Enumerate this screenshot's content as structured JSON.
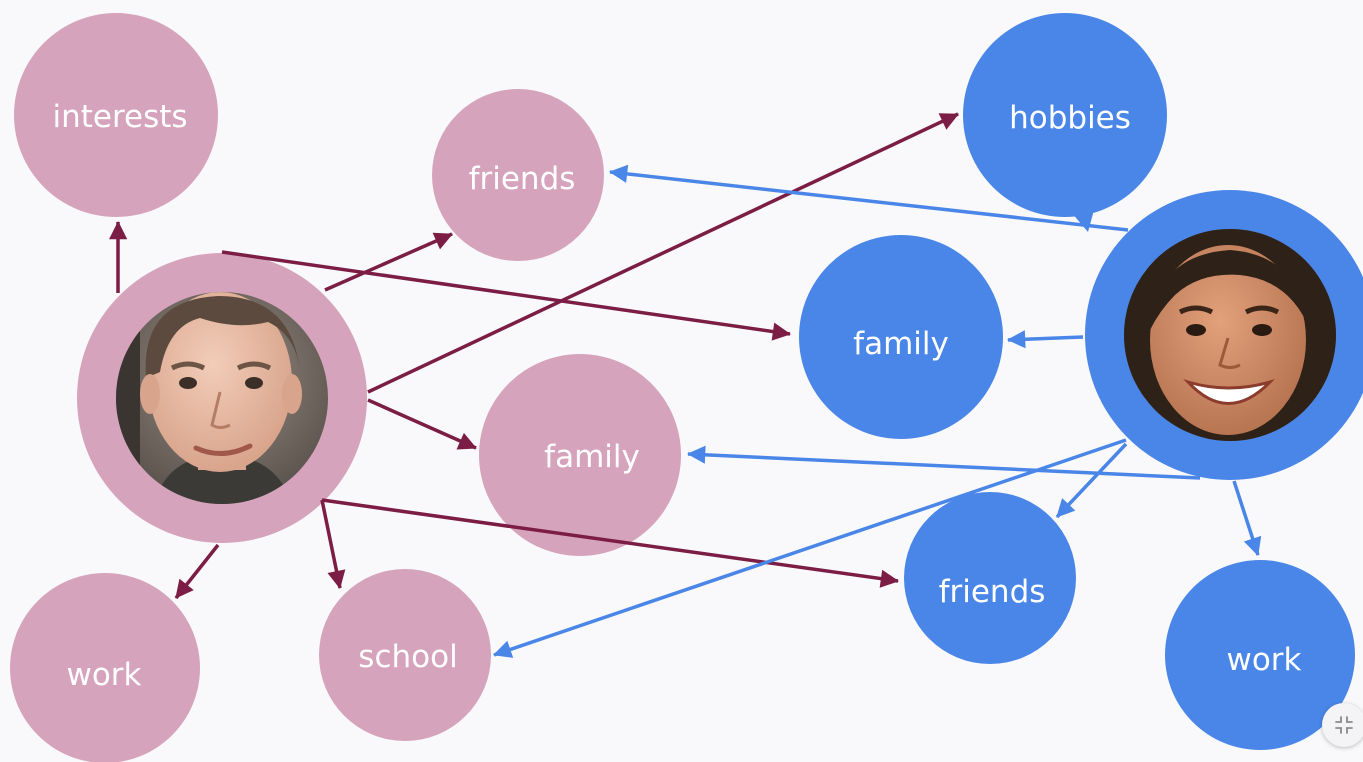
{
  "colors": {
    "left_node": "#d6a3bc",
    "right_node": "#4a86e8",
    "left_arrow": "#7b1d45",
    "right_arrow": "#4a86e8",
    "background": "#f9f9fb"
  },
  "left_person": {
    "icon": "young-man-portrait",
    "nodes": [
      {
        "id": "interests",
        "label": "interests"
      },
      {
        "id": "friends",
        "label": "friends"
      },
      {
        "id": "family",
        "label": "family"
      },
      {
        "id": "work",
        "label": "work"
      },
      {
        "id": "school",
        "label": "school"
      }
    ]
  },
  "right_person": {
    "icon": "smiling-woman-portrait",
    "nodes": [
      {
        "id": "hobbies",
        "label": "hobbies"
      },
      {
        "id": "family",
        "label": "family"
      },
      {
        "id": "friends",
        "label": "friends"
      },
      {
        "id": "work",
        "label": "work"
      }
    ]
  },
  "controls": {
    "exit_fullscreen_icon": "compress-arrows-icon"
  }
}
